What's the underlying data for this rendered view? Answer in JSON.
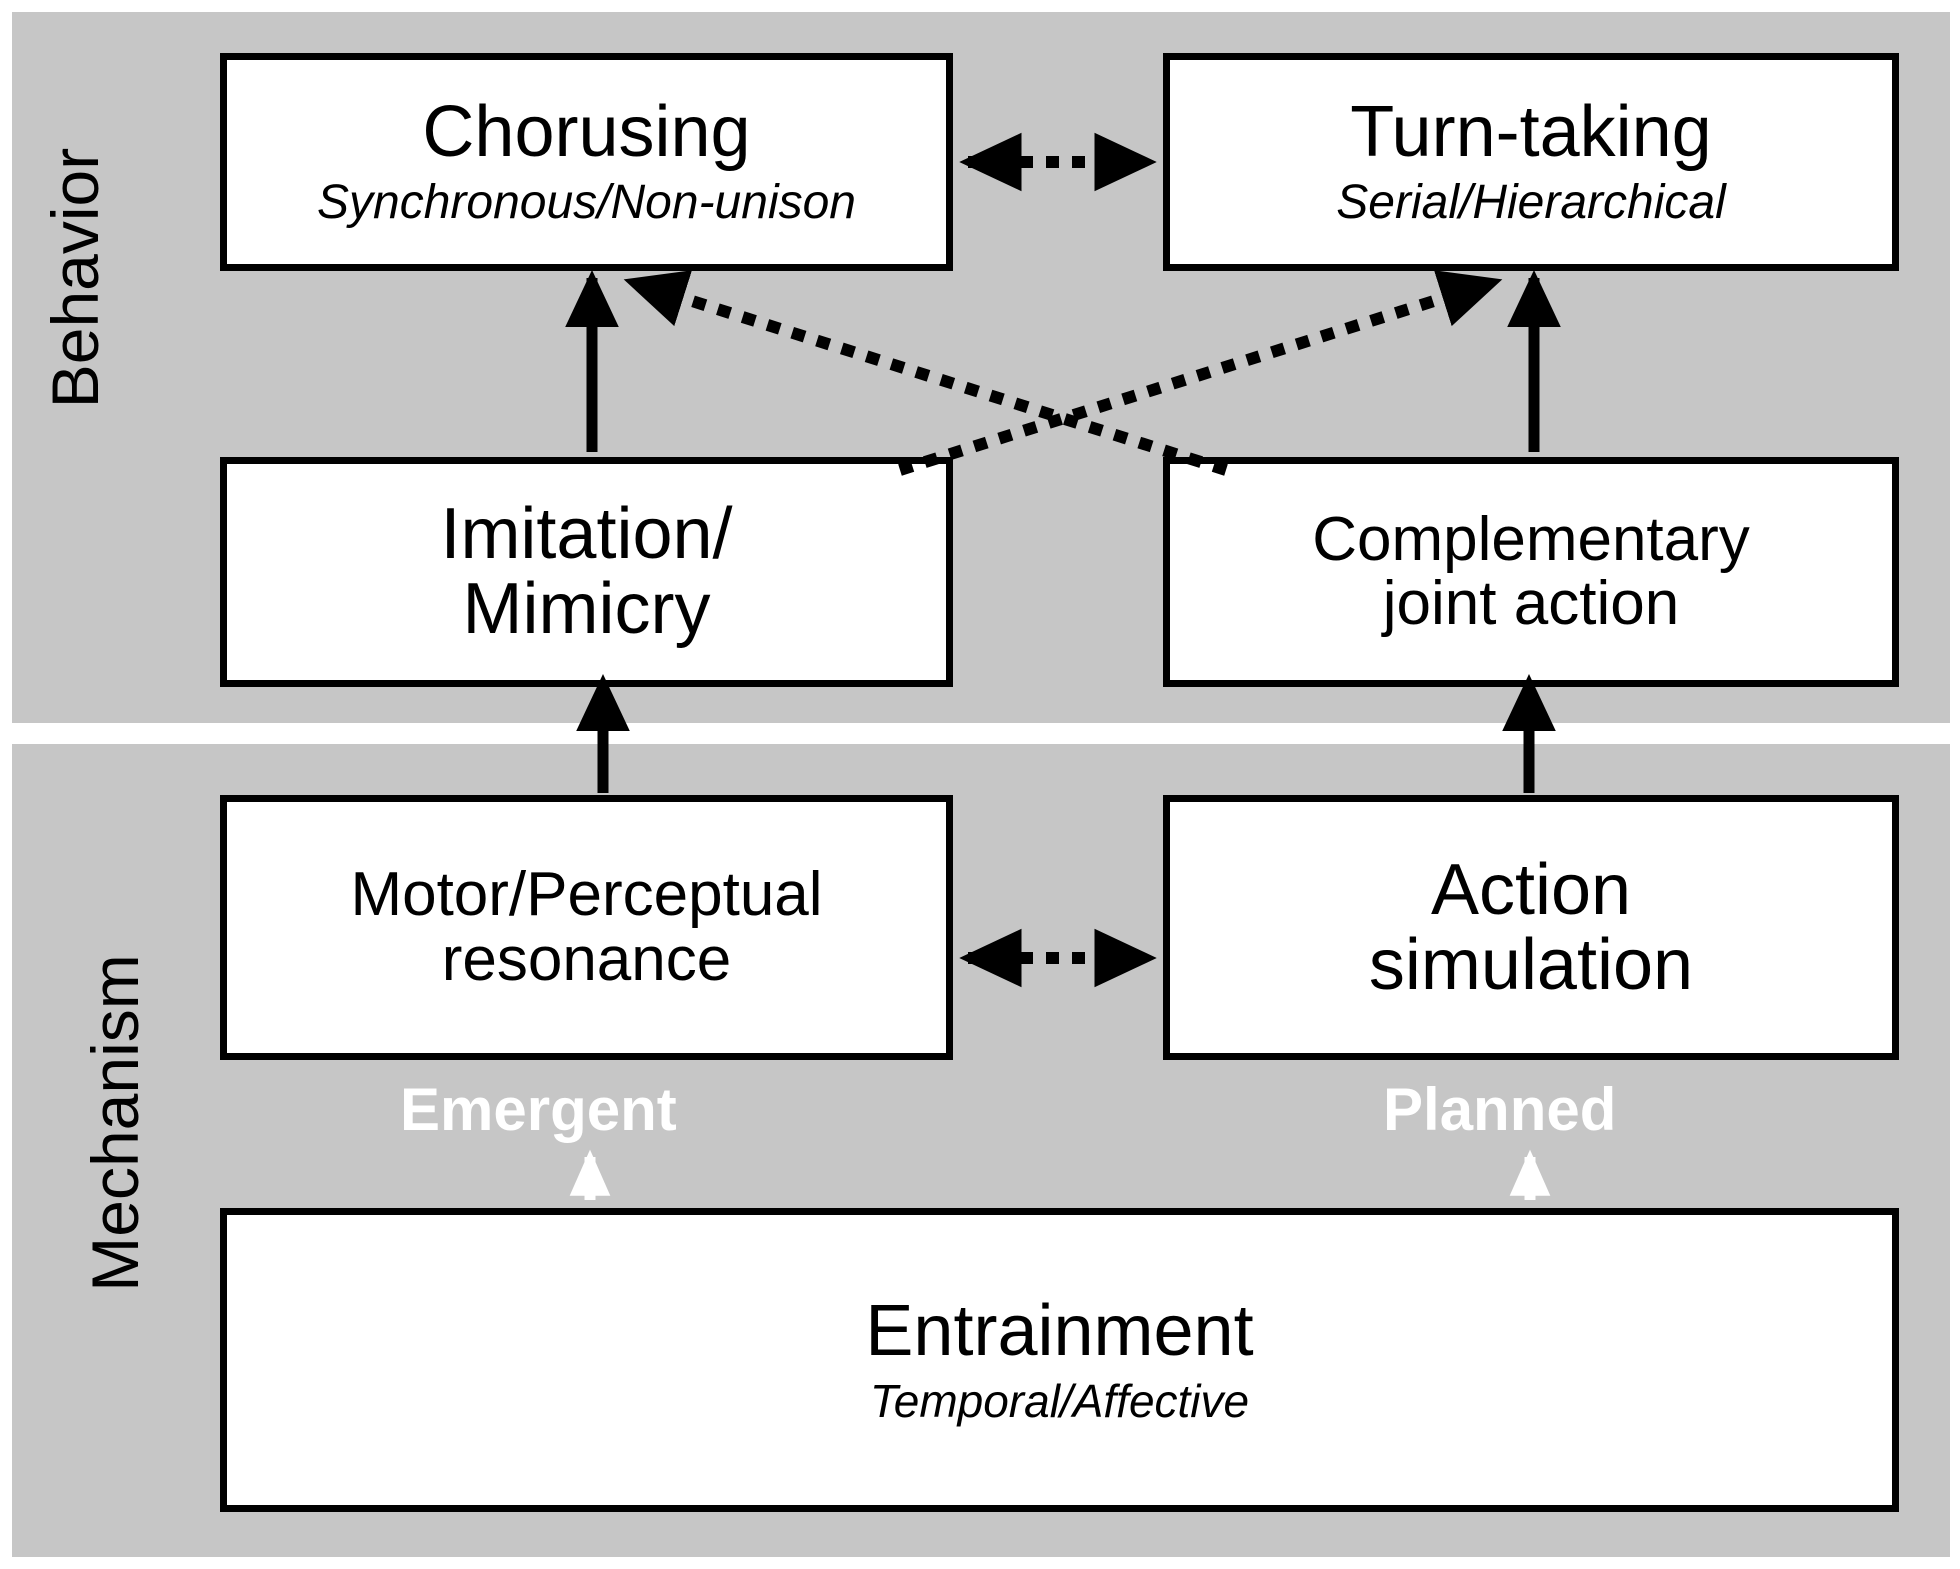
{
  "figure": {
    "background_color": "#ffffff",
    "band_color": "#c6c6c6",
    "line_color": "#000000",
    "route_label_color": "#ffffff"
  },
  "bands": [
    {
      "id": "behavior",
      "label": "Behavior"
    },
    {
      "id": "mechanism",
      "label": "Mechanism"
    }
  ],
  "nodes": {
    "chorusing": {
      "title": "Chorusing",
      "subtitle": "Synchronous/Non-unison"
    },
    "turntaking": {
      "title": "Turn-taking",
      "subtitle": "Serial/Hierarchical"
    },
    "imitation": {
      "title": "Imitation/\nMimicry",
      "subtitle": ""
    },
    "complementary": {
      "title": "Complementary\njoint action",
      "subtitle": ""
    },
    "resonance": {
      "title": "Motor/Perceptual\nresonance",
      "subtitle": ""
    },
    "simulation": {
      "title": "Action\nsimulation",
      "subtitle": ""
    },
    "entrainment": {
      "title": "Entrainment",
      "subtitle": "Temporal/Affective"
    }
  },
  "route_labels": {
    "emergent": "Emergent",
    "planned": "Planned"
  },
  "connectors": [
    {
      "name": "chorusing-turntaking-link",
      "from": "chorusing",
      "to": "turntaking",
      "style": "dotted",
      "heads": "both"
    },
    {
      "name": "imitation-to-chorusing",
      "from": "imitation",
      "to": "chorusing",
      "style": "solid",
      "heads": "end"
    },
    {
      "name": "complementary-to-turntaking",
      "from": "complementary",
      "to": "turntaking",
      "style": "solid",
      "heads": "end"
    },
    {
      "name": "imitation-to-turntaking",
      "from": "imitation",
      "to": "turntaking",
      "style": "dotted",
      "heads": "end"
    },
    {
      "name": "complementary-to-chorusing",
      "from": "complementary",
      "to": "chorusing",
      "style": "dotted",
      "heads": "end"
    },
    {
      "name": "resonance-to-imitation",
      "from": "resonance",
      "to": "imitation",
      "style": "solid",
      "heads": "end"
    },
    {
      "name": "simulation-to-complementary",
      "from": "simulation",
      "to": "complementary",
      "style": "solid",
      "heads": "end"
    },
    {
      "name": "resonance-simulation-link",
      "from": "resonance",
      "to": "simulation",
      "style": "dotted",
      "heads": "both"
    },
    {
      "name": "entrainment-to-emergent",
      "from": "entrainment",
      "to": "resonance",
      "style": "solid",
      "heads": "end",
      "color": "#ffffff"
    },
    {
      "name": "entrainment-to-planned",
      "from": "entrainment",
      "to": "simulation",
      "style": "solid",
      "heads": "end",
      "color": "#ffffff"
    }
  ]
}
